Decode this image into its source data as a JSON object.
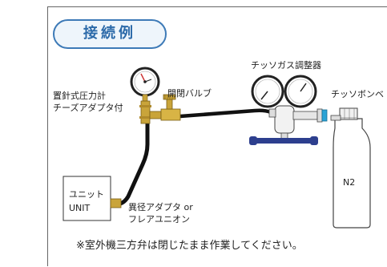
{
  "title": "接続例",
  "labels": {
    "gauge_line1": "置針式圧力計",
    "gauge_line2": "チーズアダプタ付",
    "valve": "開閉バルブ",
    "regulator": "チッソガス調整器",
    "cylinder_feed": "チッソボンベ",
    "unit_line1": "ユニット",
    "unit_line2": "UNIT",
    "adapter_line1": "異径アダプタ or",
    "adapter_line2": "フレアユニオン",
    "cylinder": "N2"
  },
  "note": "※室外機三方弁は閉じたまま作業してください。",
  "colors": {
    "title_border": "#3d7ab7",
    "title_text": "#2c6aa9",
    "brass": "#c9a43a",
    "hose": "#111111",
    "regulator_handle": "#2d3f8e",
    "fitting_blue": "#2aa3d6"
  }
}
